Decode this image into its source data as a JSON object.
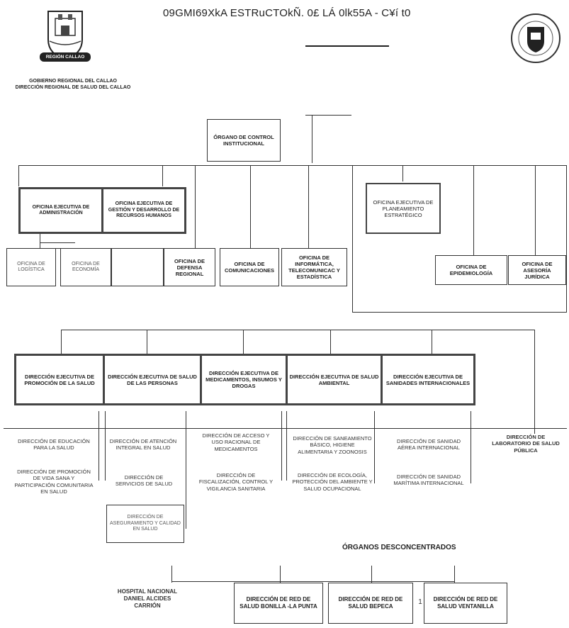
{
  "header": {
    "title": "09GMI69XkA ESTRuCTOkÑ. 0£ LÁ 0lk55A - C¥í t0",
    "org_line1": "GOBIERNO REGIONAL DEL CALLAO",
    "org_line2": "DIRECCIÓN REGIONAL DE SALUD DEL CALLAO",
    "left_logo_label": "REGIÓN CALLAO"
  },
  "boxes": {
    "oci": "ÓRGANO DE CONTROL INSTITUCIONAL",
    "oea": "OFICINA EJECUTIVA DE ADMINISTRACIÓN",
    "oegdrh": "OFICINA EJECUTIVA DE GESTIÓN Y DESARROLLO DE RECURSOS HUMANOS",
    "oepe": "OFICINA EJECUTIVA DE PLANEAMIENTO ESTRATÉGICO",
    "logistica": "OFICINA DE LOGÍSTICA",
    "economia": "OFICINA DE ECONOMÍA",
    "defensa": "OFICINA DE DEFENSA REGIONAL",
    "comunicaciones": "OFICINA DE COMUNICACIONES",
    "informatica": "OFICINA DE INFORMÁTICA, TELECOMUNICAC Y ESTADÍSTICA",
    "epidemiologia": "OFICINA DE EPIDEMIOLOGÍA",
    "asesoria": "OFICINA DE ASESORÍA JURÍDICA",
    "de_promocion": "DIRECCIÓN EJECUTIVA DE PROMOCIÓN DE LA SALUD",
    "de_personas": "DIRECCIÓN EJECUTIVA DE SALUD DE LAS PERSONAS",
    "de_medicamentos": "DIRECCIÓN EJECUTIVA DE MEDICAMENTOS, INSUMOS Y DROGAS",
    "de_ambiental": "DIRECCIÓN EJECUTIVA DE SALUD AMBIENTAL",
    "de_sanidades": "DIRECCIÓN EJECUTIVA DE SANIDADES INTERNACIONALES",
    "laboratorio": "DIRECCIÓN DE LABORATORIO DE SALUD PÚBLICA",
    "d_educacion": "DIRECCIÓN DE EDUCACIÓN PARA LA SALUD",
    "d_promocion_vida": "DIRECCIÓN DE PROMOCIÓN DE VIDA SANA Y PARTICIPACIÓN COMUNITARIA EN SALUD",
    "d_atencion": "DIRECCIÓN DE ATENCIÓN INTEGRAL EN SALUD",
    "d_servicios": "DIRECCIÓN DE SERVICIOS DE SALUD",
    "d_aseguramiento": "DIRECCIÓN DE ASEGURAMIENTO Y CALIDAD EN SALUD",
    "d_acceso": "DIRECCIÓN DE ACCESO Y USO RACIONAL DE MEDICAMENTOS",
    "d_fiscalizacion": "DIRECCIÓN DE FISCALIZACIÓN, CONTROL Y VIGILANCIA SANITARIA",
    "d_saneamiento": "DIRECCIÓN DE SANEAMIENTO BÁSICO, HIGIENE ALIMENTARIA Y ZOONOSIS",
    "d_ecologia": "DIRECCIÓN DE ECOLOGÍA, PROTECCIÓN DEL AMBIENTE Y SALUD OCUPACIONAL",
    "d_aerea": "DIRECCIÓN DE SANIDAD AÉREA INTERNACIONAL",
    "d_maritima": "DIRECCIÓN DE SANIDAD MARÍTIMA INTERNACIONAL",
    "hospital": "HOSPITAL NACIONAL DANIEL ALCIDES CARRIÓN",
    "red_bonilla": "DIRECCIÓN DE RED DE SALUD BONILLA -LA PUNTA",
    "red_bepeca": "DIRECCIÓN DE RED DE SALUD BEPECA",
    "red_ventanilla": "DIRECCIÓN DE RED DE SALUD VENTANILLA"
  },
  "sections": {
    "desconcentrados": "ÓRGANOS DESCONCENTRADOS"
  },
  "stray_mark": "1"
}
